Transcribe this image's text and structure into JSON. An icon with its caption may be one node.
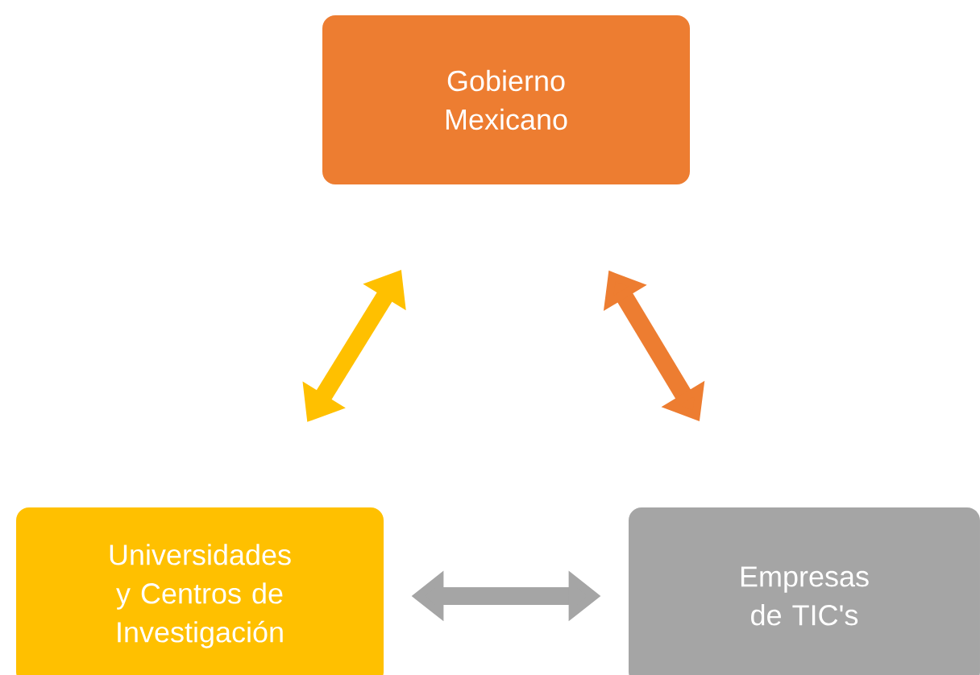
{
  "diagram": {
    "nodes": [
      {
        "text": [
          "Gobierno Mexicano"
        ]
      },
      {
        "text": [
          "Universidades y Centros de Investigación"
        ]
      },
      {
        "text": [
          "Empresas de TIC's"
        ]
      }
    ],
    "edges": [
      {
        "from": 1,
        "to": 0,
        "arrow": "both",
        "color": "#ffc000"
      },
      {
        "from": 0,
        "to": 2,
        "arrow": "both",
        "color": "#ed7d31"
      },
      {
        "from": 1,
        "to": 2,
        "arrow": "both",
        "color": "#a5a5a5"
      }
    ]
  }
}
